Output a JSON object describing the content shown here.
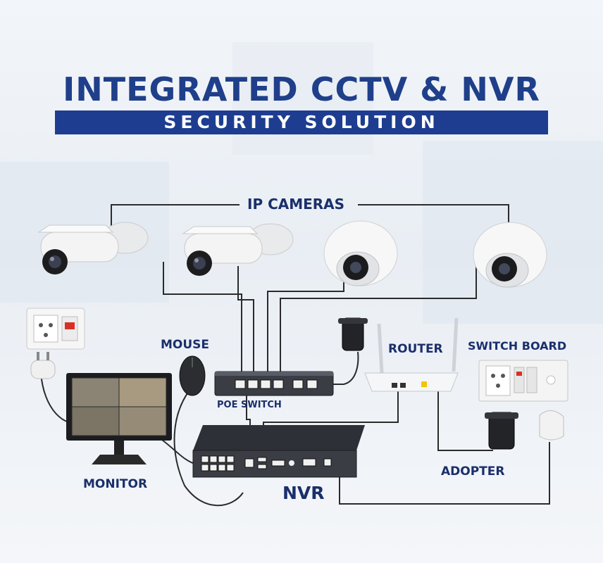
{
  "title": "INTEGRATED CCTV & NVR",
  "subtitle": "SECURITY SOLUTION",
  "labels": {
    "ip_cameras": "IP CAMERAS",
    "mouse": "MOUSE",
    "router": "ROUTER",
    "switch_board": "SWITCH BOARD",
    "poe_switch": "POE SWITCH",
    "monitor": "MONITOR",
    "adopter": "ADOPTER",
    "nvr": "NVR"
  },
  "colors": {
    "title": "#1f3f8a",
    "banner": "#1e3d91",
    "label": "#1a2f6b",
    "cable": "#2b2b2b"
  }
}
